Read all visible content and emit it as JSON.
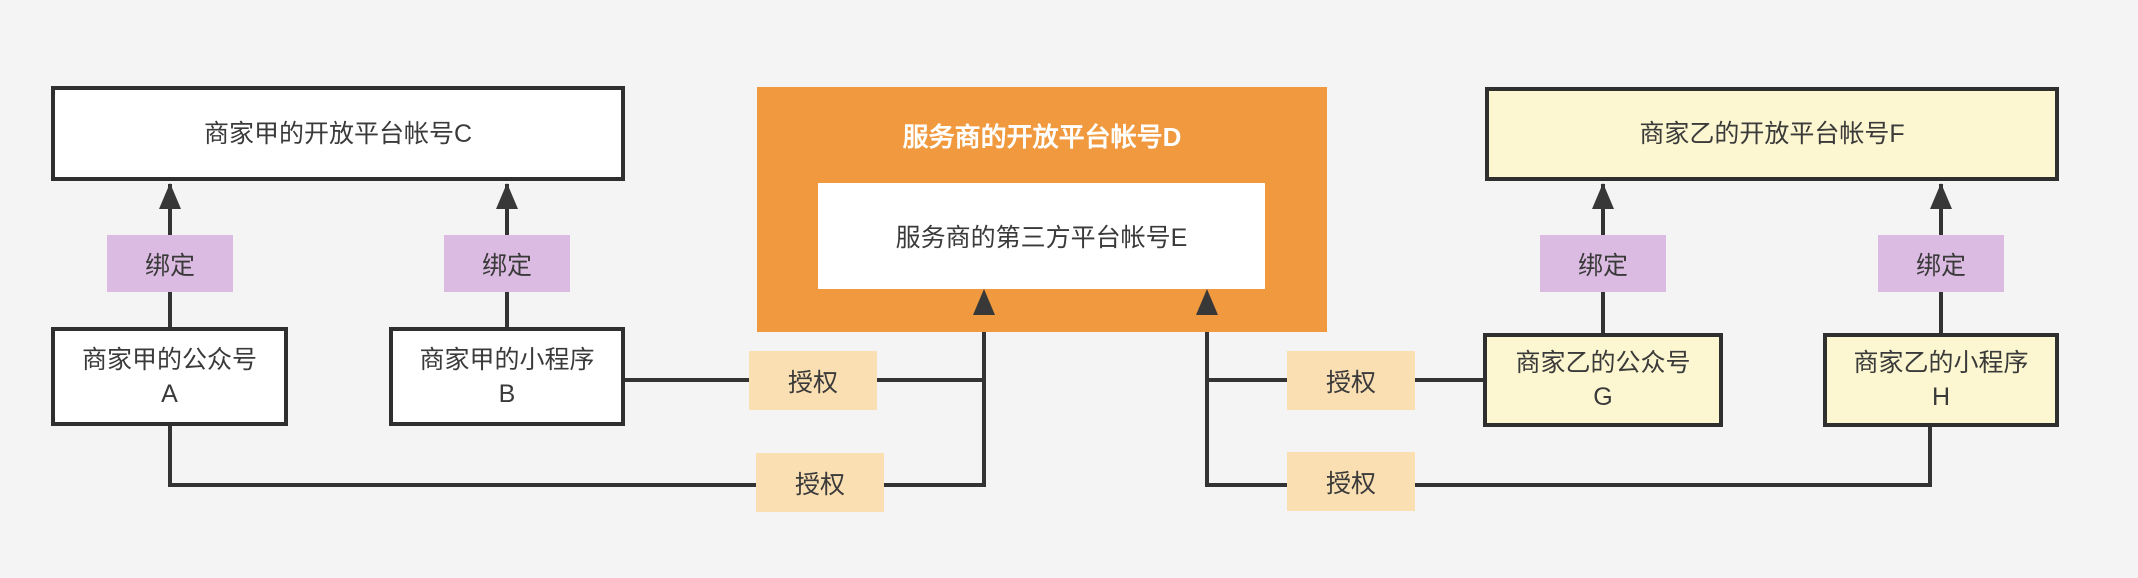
{
  "diagram": {
    "nodes": {
      "merchant_a_platform": {
        "label": "商家甲的开放平台帐号C"
      },
      "merchant_a_official": {
        "line1": "商家甲的公众号",
        "line2": "A"
      },
      "merchant_a_miniprogram": {
        "line1": "商家甲的小程序",
        "line2": "B"
      },
      "service_provider_platform": {
        "label": "服务商的开放平台帐号D"
      },
      "service_provider_thirdparty": {
        "label": "服务商的第三方平台帐号E"
      },
      "merchant_b_platform": {
        "label": "商家乙的开放平台帐号F"
      },
      "merchant_b_official": {
        "line1": "商家乙的公众号",
        "line2": "G"
      },
      "merchant_b_miniprogram": {
        "line1": "商家乙的小程序",
        "line2": "H"
      }
    },
    "edge_labels": {
      "bind": "绑定",
      "authorize": "授权"
    },
    "colors": {
      "background": "#f4f4f5",
      "box_border": "#2f2f2f",
      "box_fill_white": "#ffffff",
      "box_fill_yellow": "#fcf7d0",
      "panel_orange": "#f0993e",
      "tag_bind_purple": "#dcbbe2",
      "tag_auth_tan": "#f9dfb2",
      "line_dark": "#333333",
      "text_dark": "#3a3a3a",
      "panel_title_text": "#ffffff"
    }
  }
}
